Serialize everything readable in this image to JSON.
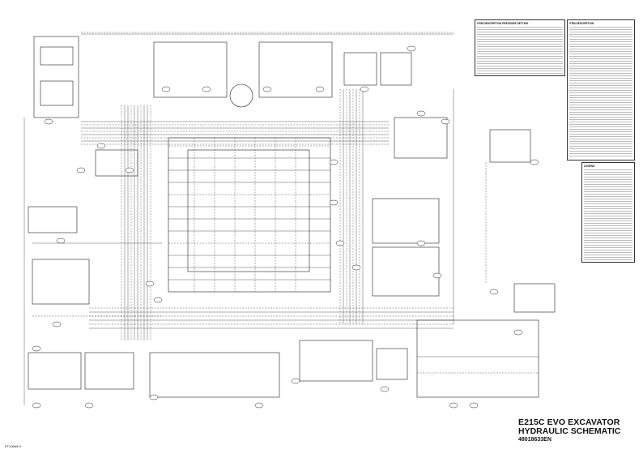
{
  "sheet": {
    "title_line1": "E215C EVO EXCAVATOR",
    "title_line2": "HYDRAULIC SCHEMATIC",
    "part_number": "48018633EN",
    "drawing_number": "ET10669-0"
  },
  "tables": {
    "pressure_header": "ITEM DESCRIPTION PRESSURE SETTING",
    "legend_header": "ITEM DESCRIPTION",
    "key_header": "LEGEND"
  },
  "colors": {
    "line": "#222222",
    "background": "#ffffff",
    "dash": "#555555"
  }
}
